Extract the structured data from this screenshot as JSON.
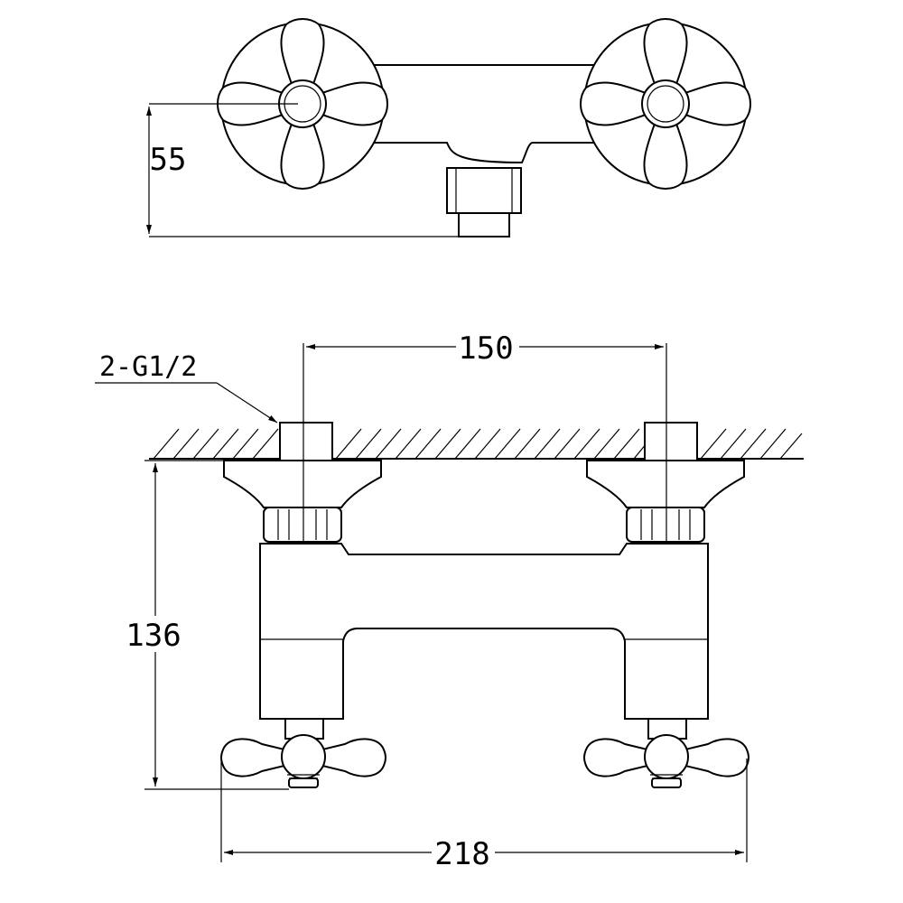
{
  "dimensions": {
    "top_height": "55",
    "centers": "150",
    "thread": "2-G1/2",
    "overall_height": "136",
    "overall_width": "218"
  }
}
